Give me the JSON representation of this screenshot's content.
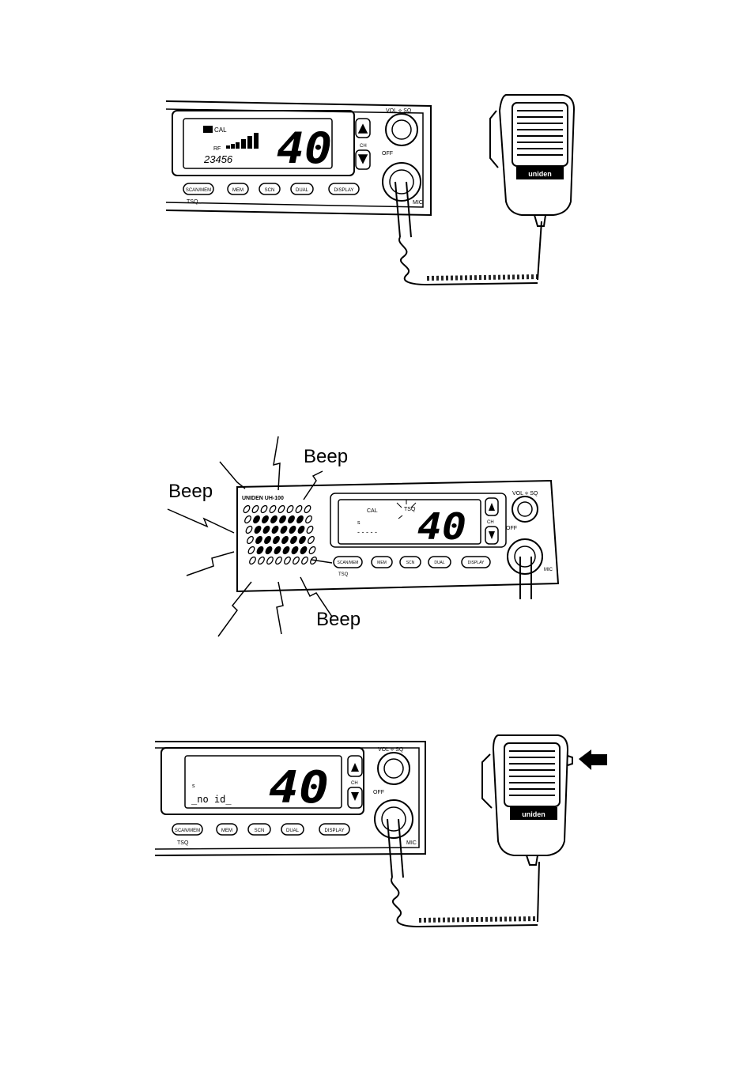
{
  "figure1": {
    "display": {
      "icon": "CH",
      "cal": "CAL",
      "rf": "RF",
      "channel": "40",
      "digits": "23456"
    },
    "buttons": [
      "SCAN/MEM",
      "MEM",
      "SCN",
      "DUAL",
      "DISPLAY"
    ],
    "button_sublabel": "TSQ",
    "knob_labels": {
      "vol_sq": "VOL ⟡ SQ",
      "off": "OFF",
      "mic": "MIC",
      "ch": "CH"
    },
    "mic_brand": "uniden"
  },
  "figure2": {
    "beeps": [
      "Beep",
      "Beep",
      "Beep"
    ],
    "display": {
      "cal": "CAL",
      "tsq": "TSQ",
      "channel": "40",
      "small": "s",
      "dashes": "- - - - -"
    },
    "brand_strip": "UNIDEN  UH-100",
    "buttons": [
      "SCAN/MEM",
      "MEM",
      "SCN",
      "DUAL",
      "DISPLAY"
    ],
    "button_sublabel": "TSQ",
    "knob_labels": {
      "vol_sq": "VOL ⟡ SQ",
      "off": "OFF",
      "mic": "MIC",
      "ch": "CH"
    }
  },
  "figure3": {
    "display": {
      "small": "s",
      "channel": "40",
      "text": "_no id_"
    },
    "buttons": [
      "SCAN/MEM",
      "MEM",
      "SCN",
      "DUAL",
      "DISPLAY"
    ],
    "button_sublabel": "TSQ",
    "knob_labels": {
      "vol_sq": "VOL ⟡ SQ",
      "off": "OFF",
      "mic": "MIC",
      "ch": "CH"
    },
    "mic_brand": "uniden"
  }
}
